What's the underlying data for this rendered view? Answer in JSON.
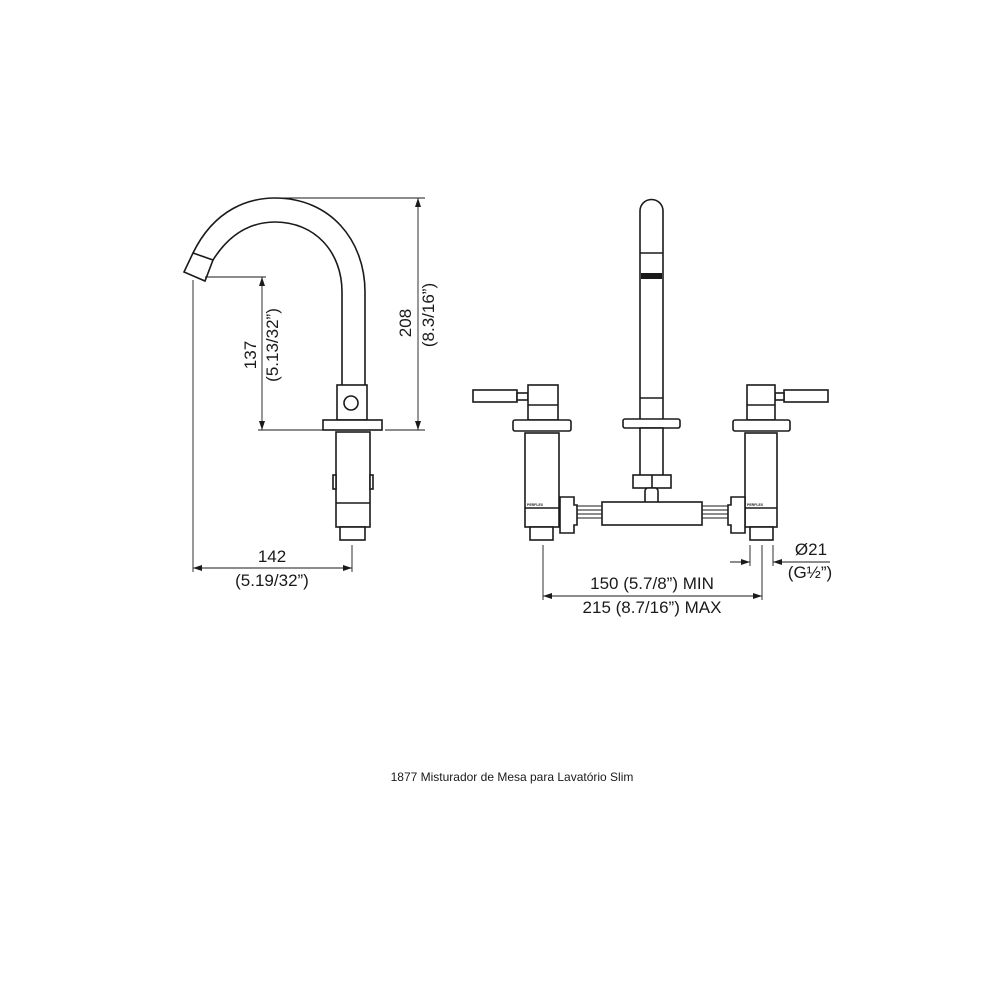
{
  "caption": "1877 Misturador de Mesa para Lavatório Slim",
  "side_view": {
    "dim_height_total": "208",
    "dim_height_total_in": "(8.3/16”)",
    "dim_spout_height": "137",
    "dim_spout_height_in": "(5.13/32”)",
    "dim_reach": "142",
    "dim_reach_in": "(5.19/32”)"
  },
  "front_view": {
    "dim_min": "150 (5.7/8”) MIN",
    "dim_max": "215 (8.7/16”) MAX",
    "dim_diameter": "Ø21",
    "dim_thread": "(G½”)",
    "brand_mark": "PERFLEX"
  }
}
